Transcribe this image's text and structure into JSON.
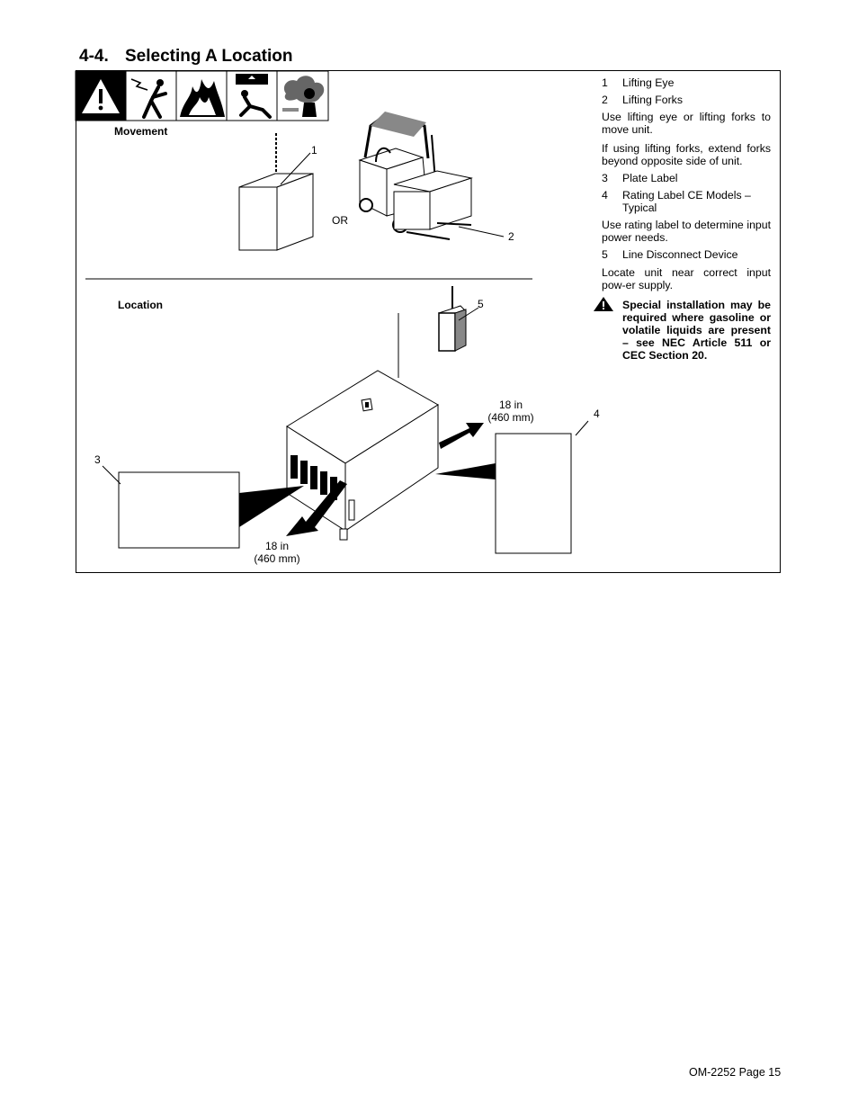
{
  "section": {
    "number": "4-4.",
    "title": "Selecting A Location"
  },
  "figure": {
    "movement_label": "Movement",
    "location_label": "Location",
    "or_label": "OR",
    "callouts": [
      "1",
      "2",
      "3",
      "4",
      "5"
    ],
    "clearance_top": {
      "line1": "18 in",
      "line2": "(460 mm)"
    },
    "clearance_bottom": {
      "line1": "18 in",
      "line2": "(460 mm)"
    },
    "icons": [
      "general-warning-icon",
      "electric-shock-icon",
      "fire-icon",
      "falling-equipment-icon",
      "fumes-icon"
    ]
  },
  "legend": {
    "item1": {
      "num": "1",
      "text": "Lifting Eye"
    },
    "item2": {
      "num": "2",
      "text": "Lifting Forks"
    },
    "para1": "Use lifting eye or lifting forks to move unit.",
    "para2": "If using lifting forks, extend forks beyond opposite side of unit.",
    "item3": {
      "num": "3",
      "text": "Plate Label"
    },
    "item4": {
      "num": "4",
      "text": "Rating Label CE Models – Typical"
    },
    "para3": "Use rating label to determine input power needs.",
    "item5": {
      "num": "5",
      "text": "Line Disconnect Device"
    },
    "para4": "Locate unit near correct input pow-er supply.",
    "warning": "Special installation may be required where gasoline or volatile liquids are present – see NEC Article 511 or CEC Section 20."
  },
  "footer": {
    "page": "OM-2252 Page 15"
  }
}
